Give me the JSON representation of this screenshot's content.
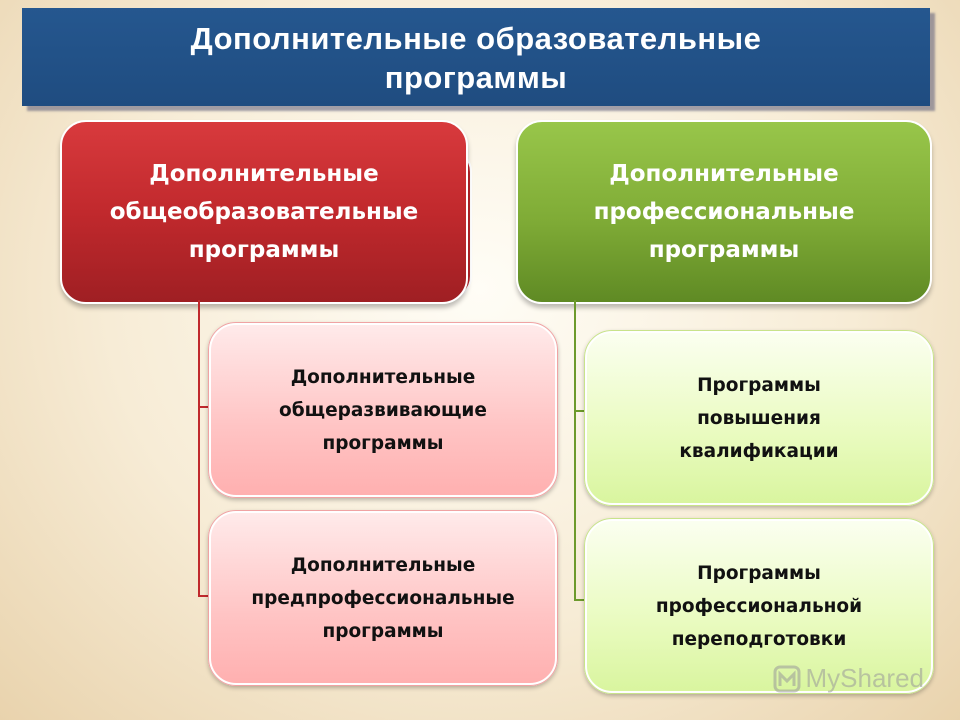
{
  "title": "Дополнительные образовательные\nпрограммы",
  "left_branch": {
    "head": "Дополнительные\nобщеобразовательные\nпрограммы",
    "children": [
      "Дополнительные\nобщеразвивающие\nпрограммы",
      "Дополнительные\nпредпрофессиональные\nпрограммы"
    ]
  },
  "right_branch": {
    "head": "Дополнительные\nпрофессиональные\nпрограммы",
    "children": [
      "Программы\nповышения\nквалификации",
      "Программы\nпрофессиональной\nпереподготовки"
    ]
  },
  "watermark": "MyShared",
  "colors": {
    "title_bg": "#22538a",
    "left_head": "#c1292d",
    "right_head": "#7fab36",
    "left_child": "#ffc4c4",
    "right_child": "#e9fbbf"
  }
}
